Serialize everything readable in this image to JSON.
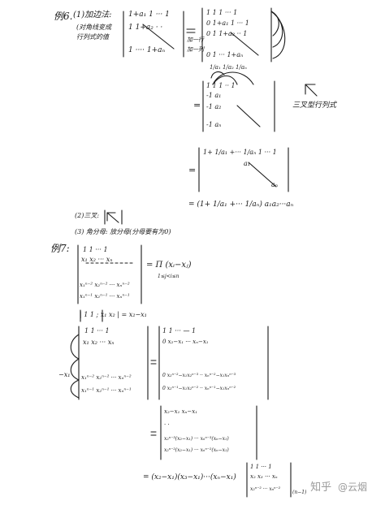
{
  "ex6": {
    "label": "例6.",
    "method1": "(1)加边法:",
    "method1_desc1": "(对角线变成",
    "method1_desc2": "行列式的值",
    "method2": "(2)三叉: ",
    "method3": "(3) 角分母: 放分母(分母要有为0)",
    "matA": {
      "row1": "1+a₁  1  ···  1",
      "row2": "1   1+a₂  ·  ·",
      "row3": "1  ····  1+aₙ"
    },
    "matB": {
      "row0": "1  1  1  ···  1",
      "row1": "0  1+a₁  1  ···  1",
      "row2": "0  1   1+a₂  ··  1",
      "row3": "0  1  ···  1+aₙ",
      "note1": "加一行",
      "note2": "加一列"
    },
    "matC": {
      "row0": "1  1  1  ··  1",
      "row1": "-1  a₁",
      "row2": "-1      a₂",
      "row3": "-1          aₙ"
    },
    "arrow_note": "×− 1/a₁",
    "arrow_note2": "1/a₁  1/a₂  1/aₙ",
    "three_fork_label": "三叉型行列式",
    "matD": {
      "row0": "1+ 1/a₁ +··· 1/aₙ    1  ···  1",
      "row1": "a₁",
      "row2": "aₙ"
    },
    "result": "= (1+ 1/a₁ +··· 1/aₙ) a₁a₂···aₙ"
  },
  "ex7": {
    "label": "例7:",
    "vand": {
      "row0": "1  1  ···  1",
      "row1": "x₁  x₂  ···  xₙ",
      "row2": "x₁ⁿ⁻²  x₂ⁿ⁻² ··· xₙⁿ⁻²",
      "row3": "x₁ⁿ⁻¹  x₂ⁿ⁻¹ ··· xₙⁿ⁻¹"
    },
    "prod": "= Π (xᵢ−xⱼ)",
    "prod_sub": "1≤j<i≤n",
    "small_det": "| 1  1 ; x₁ x₂ | = x₂−x₁",
    "mult_note": "−x₁",
    "matE": {
      "row0": "1  1  ···  1",
      "row1": "x₁  x₂  ···  xₙ",
      "row2": "x₁ⁿ⁻²  x₂ⁿ⁻² ··· xₙⁿ⁻²",
      "row3": "x₁ⁿ⁻¹  x₂ⁿ⁻¹ ··· xₙⁿ⁻¹"
    },
    "matF": {
      "row0": "1  1  ···  —  1",
      "row1": "0  x₂−x₁  ···  xₙ−x₁",
      "row2": "0  x₂ⁿ⁻²−x₁x₂ⁿ⁻³ ·· xₙⁿ⁻²−x₁xₙⁿ⁻³",
      "row3": "0  x₂ⁿ⁻¹−x₁x₂ⁿ⁻² ·· xₙⁿ⁻¹−x₁xₙⁿ⁻²"
    },
    "matG": {
      "row0": "x₂−x₁          xₙ−x₁",
      "row1": "·                ·",
      "row2": "x₂ⁿ⁻³(x₂−x₁) ··· xₙⁿ⁻³(xₙ−x₁)",
      "row3": "x₂ⁿ⁻²(x₂−x₁) ··· xₙⁿ⁻²(xₙ−x₁)"
    },
    "final_lhs": "= (x₂−x₁)(x₃−x₁)···(xₙ−x₁)",
    "matH": {
      "row0": "1  1  ···  1",
      "row1": "x₂ x₃ ··· xₙ",
      "row2": "x₂ⁿ⁻² ··· xₙⁿ⁻²"
    },
    "matH_size": "(n−1)"
  },
  "watermark": {
    "logo": "知乎",
    "author": "@云烟"
  }
}
